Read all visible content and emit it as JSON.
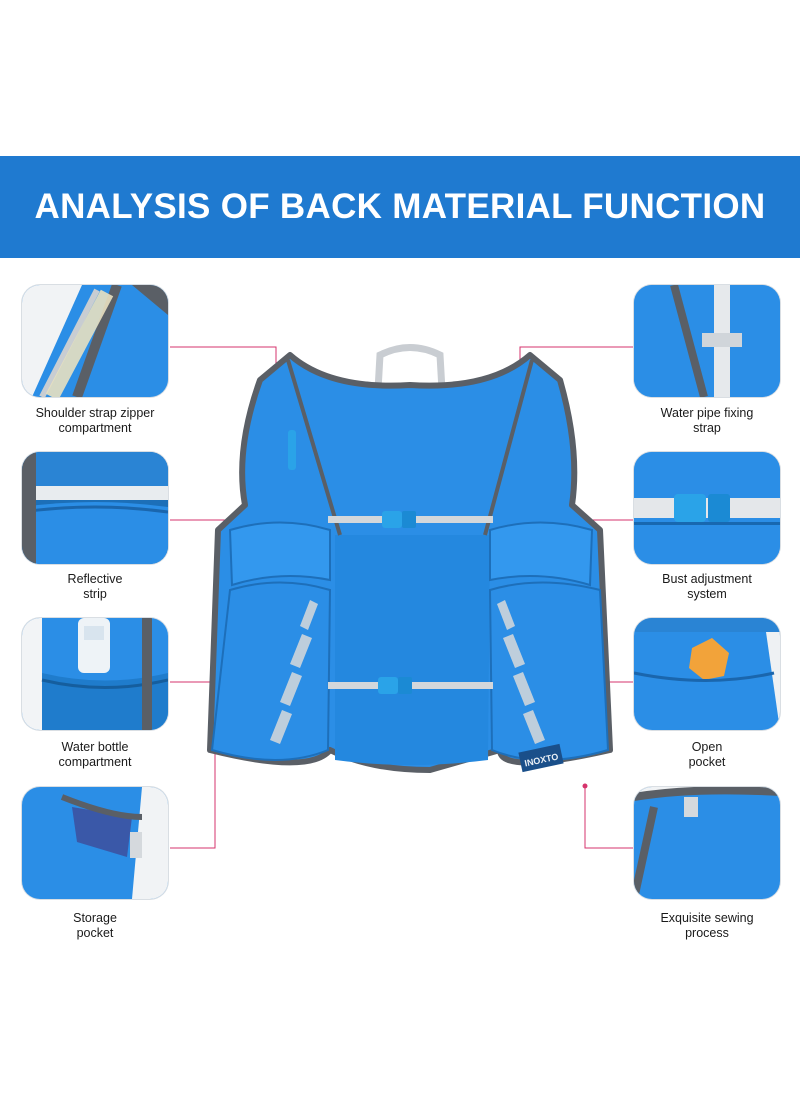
{
  "banner": {
    "title": "ANALYSIS OF BACK MATERIAL FUNCTION"
  },
  "features": {
    "left": [
      {
        "caption": "Shoulder strap zipper\ncompartment",
        "icon": "zipper-pocket-icon"
      },
      {
        "caption": "Reflective\nstrip",
        "icon": "reflective-strip-icon"
      },
      {
        "caption": "Water bottle\ncompartment",
        "icon": "water-bottle-icon"
      },
      {
        "caption": "Storage\npocket",
        "icon": "storage-pocket-icon"
      }
    ],
    "right": [
      {
        "caption": "Water pipe fixing\nstrap",
        "icon": "pipe-strap-icon"
      },
      {
        "caption": "Bust adjustment\nsystem",
        "icon": "buckle-icon"
      },
      {
        "caption": "Open\npocket",
        "icon": "open-pocket-icon"
      },
      {
        "caption": "Exquisite sewing\nprocess",
        "icon": "sewing-icon"
      }
    ]
  },
  "product": {
    "brand_label": "INOXTO"
  },
  "colors": {
    "banner": "#1f7ad0",
    "vest": "#2b8ee6",
    "trim": "#5a5f66",
    "leader": "#d6336c"
  }
}
